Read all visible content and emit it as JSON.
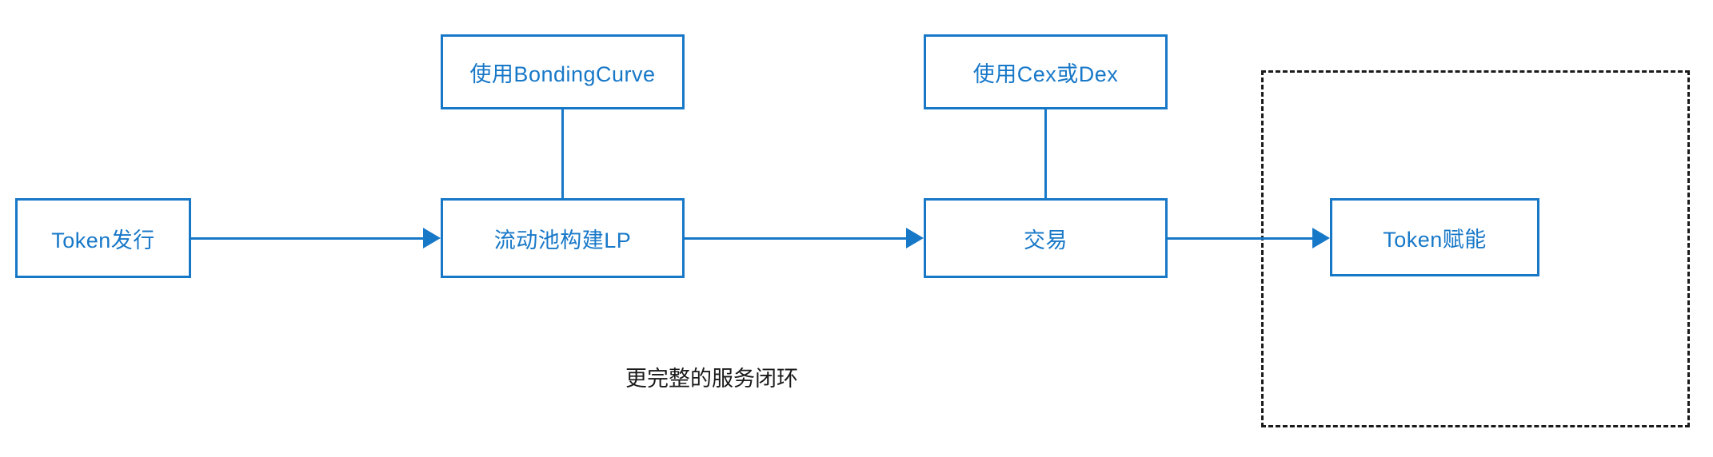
{
  "diagram": {
    "title_caption": "更完整的服务闭环",
    "accent_color": "#1878c8",
    "dashed_border_color": "#1a1a1a",
    "background": "#ffffff",
    "nodes": [
      {
        "id": "token-issue",
        "label": "Token发行"
      },
      {
        "id": "bonding-curve",
        "label": "使用BondingCurve"
      },
      {
        "id": "liquidity-pool",
        "label": "流动池构建LP"
      },
      {
        "id": "cex-or-dex",
        "label": "使用Cex或Dex"
      },
      {
        "id": "trade",
        "label": "交易"
      },
      {
        "id": "token-empower",
        "label": "Token赋能"
      }
    ],
    "group": {
      "id": "empowerment-group",
      "label": ""
    }
  }
}
